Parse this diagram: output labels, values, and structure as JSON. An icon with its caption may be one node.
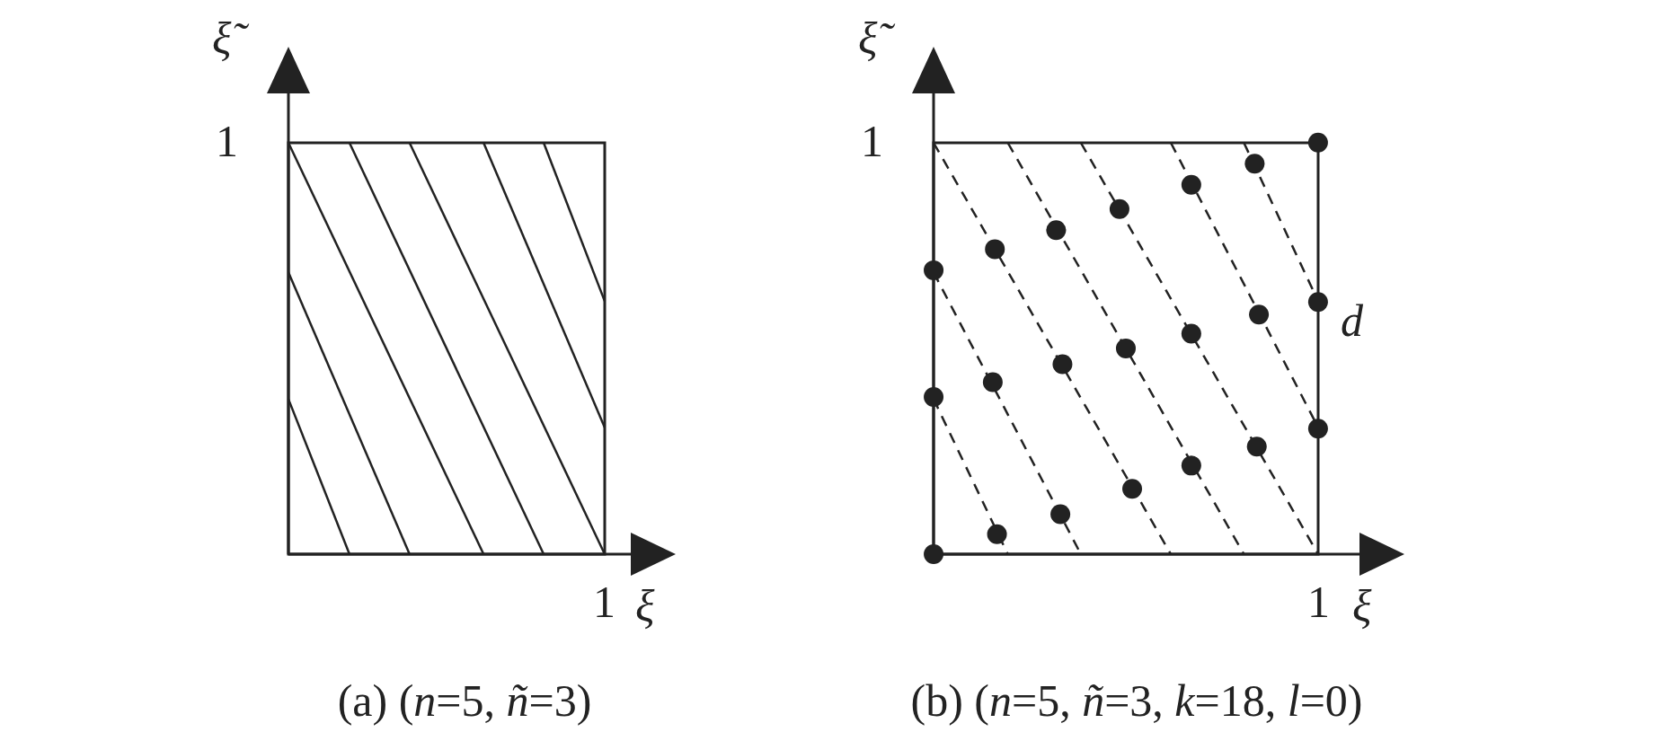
{
  "diagram": {
    "labels": [
      "ξ̃",
      "1",
      "1",
      "ξ",
      "(a) (*n*=5, *ñ*=3)",
      "ξ̃",
      "1",
      "1",
      "ξ",
      "d",
      "(b) (*n*=5, *ñ*=3, *k*=18, *l*=0)"
    ]
  }
}
